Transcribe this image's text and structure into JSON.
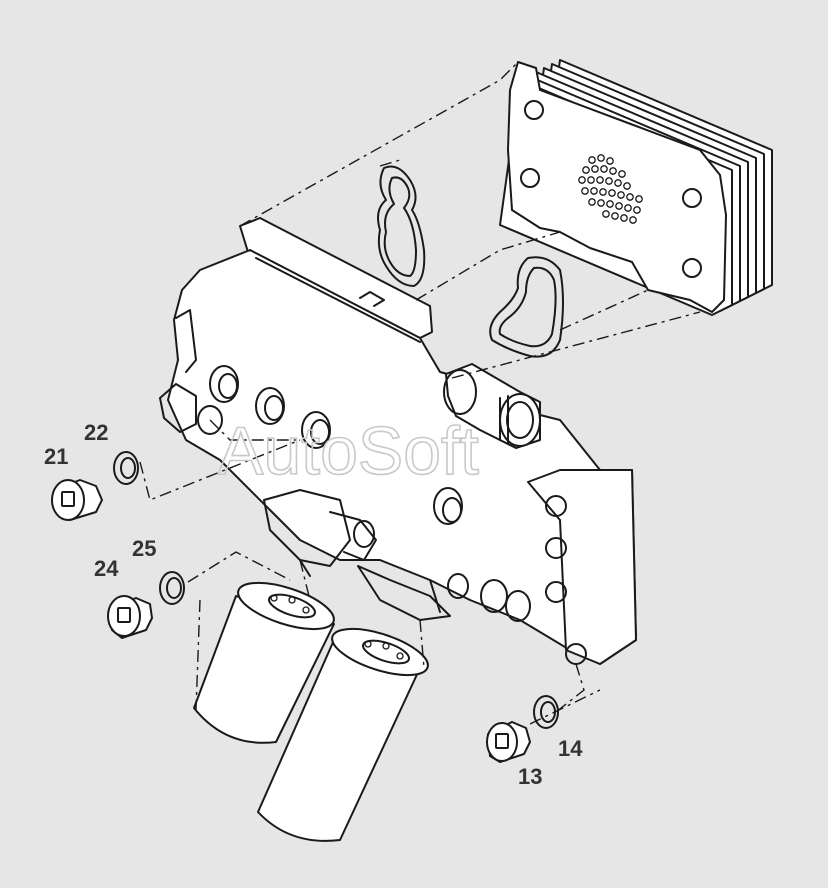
{
  "diagram": {
    "watermark": "AutoSoft",
    "callouts": [
      {
        "id": "21",
        "label": "21"
      },
      {
        "id": "22",
        "label": "22"
      },
      {
        "id": "24",
        "label": "24"
      },
      {
        "id": "25",
        "label": "25"
      },
      {
        "id": "14",
        "label": "14"
      },
      {
        "id": "13",
        "label": "13"
      }
    ],
    "colors": {
      "background": "#e6e6e6",
      "line": "#1a1a1a",
      "callout_text": "#333333",
      "watermark": "#c9c9c9"
    }
  }
}
